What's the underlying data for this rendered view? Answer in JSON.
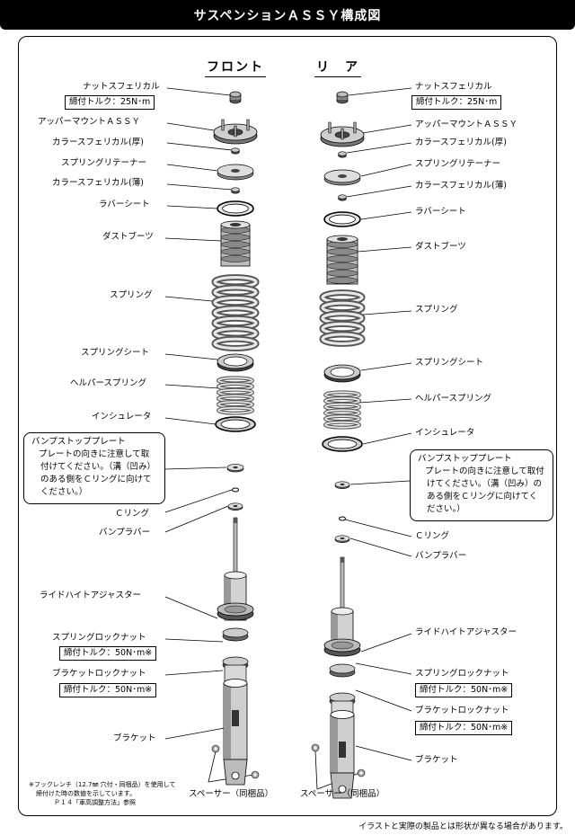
{
  "title": "サスペンションＡＳＳＹ構成図",
  "front_title": "フロント",
  "rear_title": "リ　ア",
  "front_labels": {
    "nut": "ナットスフェリカル",
    "nut_torque": "締付トルク：25N･m",
    "upper": "アッパーマウントＡＳＳＹ",
    "collar_thick": "カラースフェリカル(厚)",
    "retainer": "スプリングリテーナー",
    "collar_thin": "カラースフェリカル(薄)",
    "rubber": "ラバーシート",
    "boot": "ダストブーツ",
    "spring": "スプリング",
    "spring_seat": "スプリングシート",
    "helper": "ヘルパースプリング",
    "insulator": "インシュレータ",
    "c_ring": "Ｃリング",
    "bump_rubber": "バンプラバー",
    "ride_height": "ライドハイトアジャスター",
    "spring_lock": "スプリングロックナット",
    "spring_lock_torque": "締付トルク：50N･m※",
    "bracket_lock": "ブラケットロックナット",
    "bracket_lock_torque": "締付トルク：50N･m※",
    "bracket": "ブラケット",
    "spacer": "スペーサー（同梱品）"
  },
  "rear_labels": {
    "nut": "ナットスフェリカル",
    "nut_torque": "締付トルク：25N･m",
    "upper": "アッパーマウントＡＳＳＹ",
    "collar_thick": "カラースフェリカル(厚)",
    "retainer": "スプリングリテーナー",
    "collar_thin": "カラースフェリカル(薄)",
    "rubber": "ラバーシート",
    "boot": "ダストブーツ",
    "spring": "スプリング",
    "spring_seat": "スプリングシート",
    "helper": "ヘルパースプリング",
    "insulator": "インシュレータ",
    "c_ring": "Ｃリング",
    "bump_rubber": "バンプラバー",
    "ride_height": "ライドハイトアジャスター",
    "spring_lock": "スプリングロックナット",
    "spring_lock_torque": "締付トルク：50N･m※",
    "bracket_lock": "ブラケットロックナット",
    "bracket_lock_torque": "締付トルク：50N･m※",
    "bracket": "ブラケット",
    "spacer": "スペーサー（同梱品）"
  },
  "bump_note": {
    "title": "バンプストッププレート",
    "body": "プレートの向きに注意して取付けてください。（溝（凹み）のある側をＣリングに向けてください。）"
  },
  "footnote": {
    "line1": "※フックレンチ（12.7㎜ 穴付・同梱品）を使用して",
    "line2": "締付けた時の数値を示しています。",
    "line3": "Ｐ１４「車高調整方法」参照"
  },
  "disclaimer": "イラストと実際の製品とは形状が異なる場合があります。"
}
